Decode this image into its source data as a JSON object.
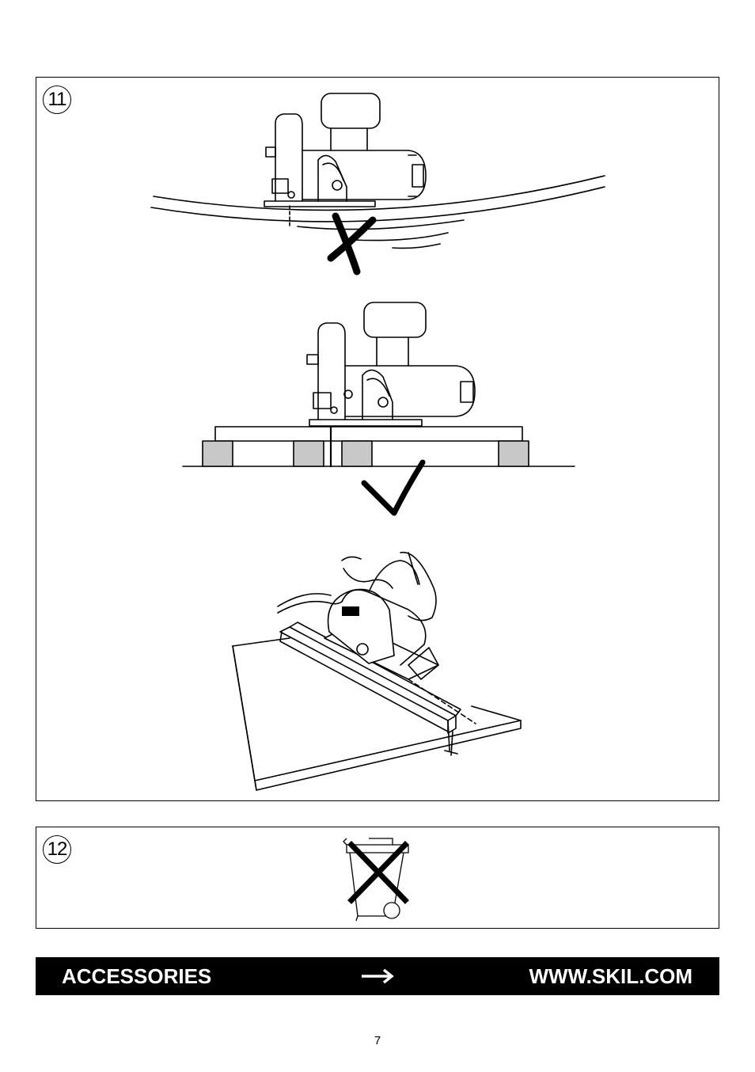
{
  "figures": {
    "fig11": {
      "number": "11"
    },
    "fig12": {
      "number": "12"
    }
  },
  "banner": {
    "accessories_label": "ACCESSORIES",
    "url_label": "WWW.SKIL.COM"
  },
  "page": {
    "number": "7"
  },
  "icons": [
    "wrong-cross-icon",
    "correct-checkmark-icon",
    "crossed-out-wheelie-bin-icon",
    "right-arrow-icon"
  ]
}
